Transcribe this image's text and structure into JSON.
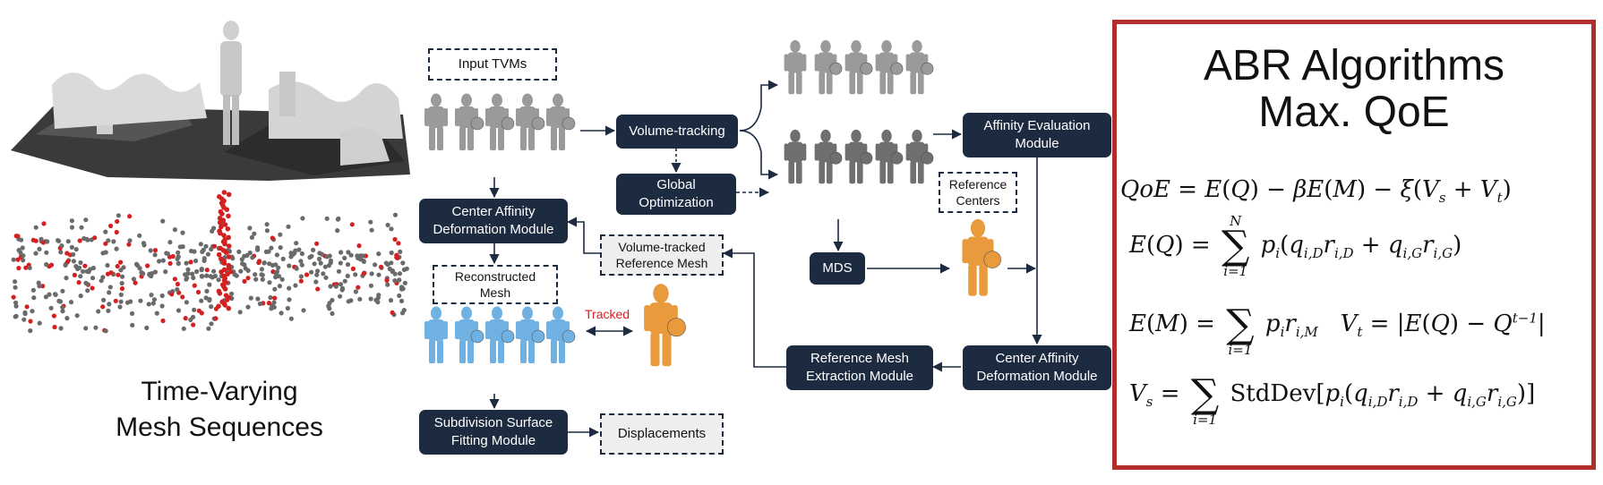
{
  "left_panel": {
    "caption_line1": "Time-Varying",
    "caption_line2": "Mesh Sequences"
  },
  "pipeline": {
    "input_tvms": "Input TVMs",
    "volume_tracking": "Volume-tracking",
    "global_optimization_line1": "Global",
    "global_optimization_line2": "Optimization",
    "affinity_eval_line1": "Affinity Evaluation",
    "affinity_eval_line2": "Module",
    "reference_centers_line1": "Reference",
    "reference_centers_line2": "Centers",
    "center_affinity_left_line1": "Center Affinity",
    "center_affinity_left_line2": "Deformation Module",
    "volume_tracked_ref_line1": "Volume-tracked",
    "volume_tracked_ref_line2": "Reference  Mesh",
    "mds": "MDS",
    "reconstructed_mesh_line1": "Reconstructed",
    "reconstructed_mesh_line2": "Mesh",
    "tracked": "Tracked",
    "ref_mesh_extraction_line1": "Reference Mesh",
    "ref_mesh_extraction_line2": "Extraction Module",
    "center_affinity_right_line1": "Center Affinity",
    "center_affinity_right_line2": "Deformation Module",
    "subdivision_line1": "Subdivision Surface",
    "subdivision_line2": "Fitting Module",
    "displacements": "Displacements"
  },
  "abr": {
    "title_line1": "ABR Algorithms",
    "title_line2": "Max. QoE",
    "accent_color": "#b32d2a"
  },
  "colors": {
    "box_dark": "#1c2b40",
    "mesh_grey": "#9a9a9a",
    "mesh_blue": "#6fb1e3",
    "mesh_orange": "#e89a3c",
    "point_red": "#d42020"
  }
}
